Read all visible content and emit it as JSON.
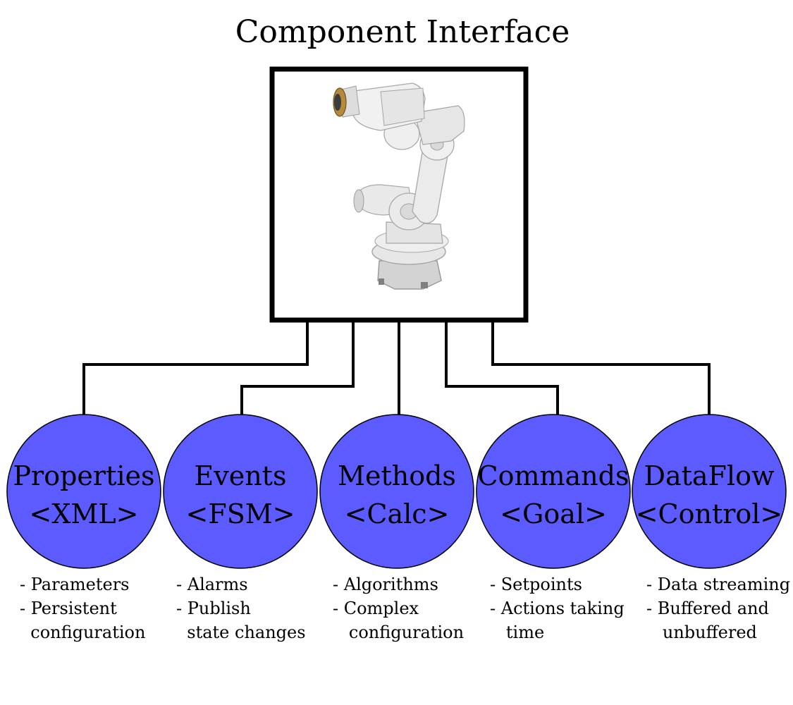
{
  "title": "Component Interface",
  "colors": {
    "node_fill": "#5b5bff",
    "stroke": "#000000",
    "background": "#ffffff"
  },
  "center": {
    "image": "industrial-robot-arm"
  },
  "nodes": [
    {
      "name": "Properties",
      "tag": "<XML>",
      "desc": [
        "- Parameters",
        "- Persistent",
        "  configuration"
      ]
    },
    {
      "name": "Events",
      "tag": "<FSM>",
      "desc": [
        "- Alarms",
        "- Publish",
        "  state changes"
      ]
    },
    {
      "name": "Methods",
      "tag": "<Calc>",
      "desc": [
        "- Algorithms",
        "- Complex",
        "   configuration"
      ]
    },
    {
      "name": "Commands",
      "tag": "<Goal>",
      "desc": [
        "- Setpoints",
        "- Actions taking",
        "   time"
      ]
    },
    {
      "name": "DataFlow",
      "tag": "<Control>",
      "desc": [
        "- Data streaming",
        "- Buffered and",
        "   unbuffered"
      ]
    }
  ]
}
